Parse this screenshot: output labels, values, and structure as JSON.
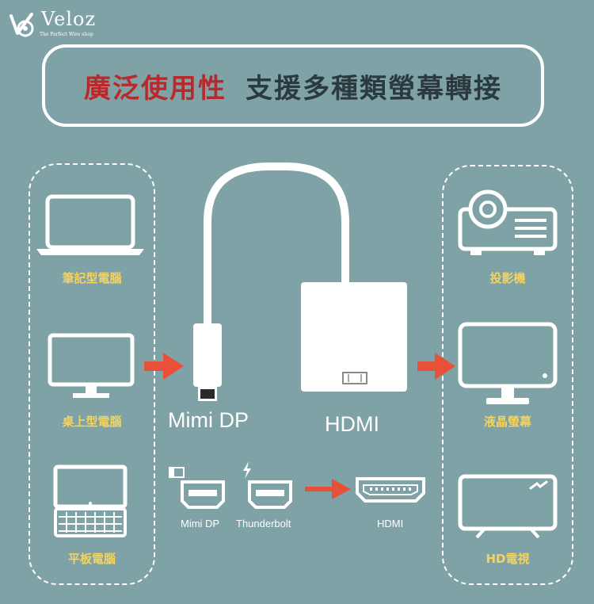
{
  "brand": {
    "name": "Veloz",
    "tagline": "The Perfect Wire shop"
  },
  "banner": {
    "highlight": "廣泛使用性",
    "title": "支援多種類螢幕轉接"
  },
  "left_devices": [
    {
      "label": "筆記型電腦",
      "icon": "laptop-icon"
    },
    {
      "label": "桌上型電腦",
      "icon": "desktop-monitor-icon"
    },
    {
      "label": "平板電腦",
      "icon": "tablet-keyboard-icon"
    }
  ],
  "right_devices": [
    {
      "label": "投影機",
      "icon": "projector-icon"
    },
    {
      "label": "液晶螢幕",
      "icon": "lcd-monitor-icon"
    },
    {
      "label": "HD電視",
      "icon": "hd-tv-icon"
    }
  ],
  "adapter": {
    "input_label": "Mimi DP",
    "output_label": "HDMI"
  },
  "ports": {
    "minidp_label": "Mimi DP",
    "thunderbolt_label": "Thunderbolt",
    "hdmi_label": "HDMI"
  },
  "colors": {
    "background": "#7fa2a6",
    "accent_red": "#b8292b",
    "arrow": "#e8503a",
    "label_yellow": "#f4d35e",
    "white": "#ffffff"
  }
}
